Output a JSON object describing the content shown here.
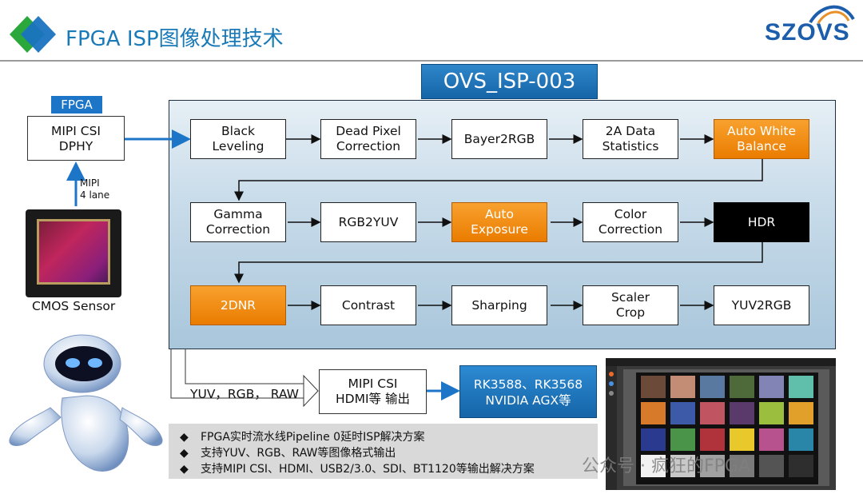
{
  "header": {
    "title": "FPGA ISP图像处理技术",
    "logo": "SZOVS"
  },
  "banner": "OVS_ISP-003",
  "fpga_tag": "FPGA",
  "mipi_csi_dphy": [
    "MIPI CSI",
    "DPHY"
  ],
  "mipi_lane": [
    "MIPI",
    "4 lane"
  ],
  "sensor_caption": "CMOS Sensor",
  "pipeline": {
    "row1": [
      {
        "lines": [
          "Black",
          "Leveling"
        ],
        "style": "white"
      },
      {
        "lines": [
          "Dead Pixel",
          "Correction"
        ],
        "style": "white"
      },
      {
        "lines": [
          "Bayer2RGB"
        ],
        "style": "white"
      },
      {
        "lines": [
          "2A Data",
          "Statistics"
        ],
        "style": "white"
      },
      {
        "lines": [
          "Auto White",
          "Balance"
        ],
        "style": "orange"
      }
    ],
    "row2": [
      {
        "lines": [
          "Gamma",
          "Correction"
        ],
        "style": "white"
      },
      {
        "lines": [
          "RGB2YUV"
        ],
        "style": "white"
      },
      {
        "lines": [
          "Auto",
          "Exposure"
        ],
        "style": "orange"
      },
      {
        "lines": [
          "Color",
          "Correction"
        ],
        "style": "white"
      },
      {
        "lines": [
          "HDR"
        ],
        "style": "black"
      }
    ],
    "row3": [
      {
        "lines": [
          "2DNR"
        ],
        "style": "orange"
      },
      {
        "lines": [
          "Contrast"
        ],
        "style": "white"
      },
      {
        "lines": [
          "Sharping"
        ],
        "style": "white"
      },
      {
        "lines": [
          "Scaler",
          "Crop"
        ],
        "style": "white"
      },
      {
        "lines": [
          "YUV2RGB"
        ],
        "style": "white"
      }
    ]
  },
  "output_formats": "YUV，RGB，  RAW",
  "output_box": [
    "MIPI CSI",
    "HDMI等 输出"
  ],
  "target_box": [
    "RK3588、RK3568",
    "NVIDIA AGX等"
  ],
  "notes": [
    "FPGA实时流水线Pipeline 0延时ISP解决方案",
    "支持YUV、RGB、RAW等图像格式输出",
    "支持MIPI CSI、HDMI、USB2/3.0、SDI、BT1120等输出解决方案"
  ],
  "watermark": "公众号 · 疯狂的FPGA",
  "colors": {
    "accent_blue": "#1a7ab8",
    "orange": "#f08a10",
    "banner_blue": "#1d75c8"
  }
}
